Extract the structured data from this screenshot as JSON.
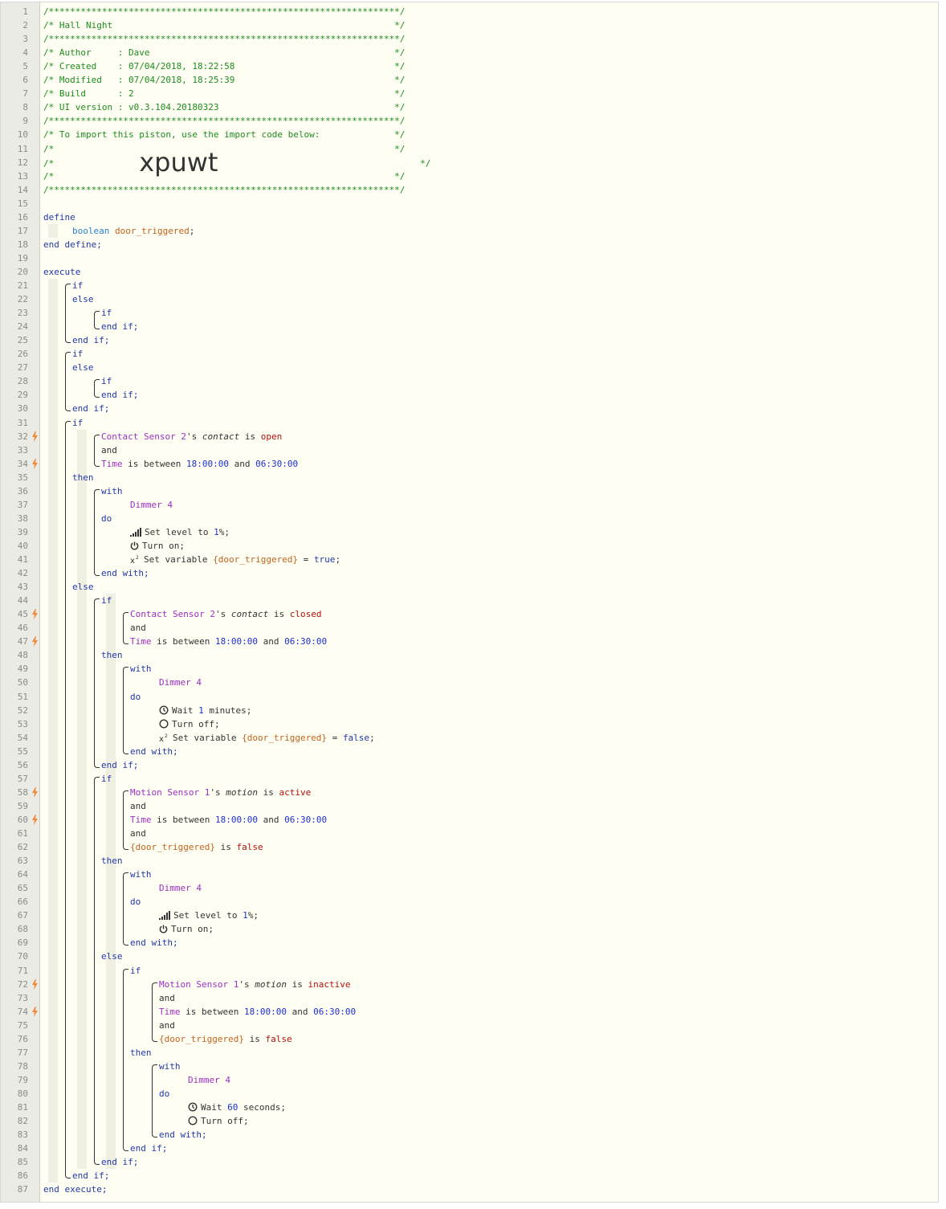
{
  "piston": {
    "name": "Hall Night",
    "author": "Dave",
    "created": "07/04/2018, 18:22:58",
    "modified": "07/04/2018, 18:25:39",
    "build": "2",
    "ui_version": "v0.3.104.20180323",
    "import_code": "xpuwt"
  },
  "colors": {
    "comment": "#1e8b1e",
    "keyword": "#2237a8",
    "device": "#9b2fc4",
    "variable": "#c2621e",
    "value": "#b01010",
    "number": "#1f2fd0",
    "trigger_bolt": "#f08a3c"
  },
  "trigger_lines": [
    32,
    34,
    45,
    47,
    58,
    60,
    72,
    74
  ],
  "lines": [
    {
      "n": 1,
      "i": 0,
      "t": [
        {
          "c": "comment",
          "s": "/******************************************************************/"
        }
      ]
    },
    {
      "n": 2,
      "i": 0,
      "t": [
        {
          "c": "comment",
          "s": "/* Hall Night                                                     */"
        }
      ]
    },
    {
      "n": 3,
      "i": 0,
      "t": [
        {
          "c": "comment",
          "s": "/******************************************************************/"
        }
      ]
    },
    {
      "n": 4,
      "i": 0,
      "t": [
        {
          "c": "comment",
          "s": "/* Author     : Dave                                              */"
        }
      ]
    },
    {
      "n": 5,
      "i": 0,
      "t": [
        {
          "c": "comment",
          "s": "/* Created    : 07/04/2018, 18:22:58                              */"
        }
      ]
    },
    {
      "n": 6,
      "i": 0,
      "t": [
        {
          "c": "comment",
          "s": "/* Modified   : 07/04/2018, 18:25:39                              */"
        }
      ]
    },
    {
      "n": 7,
      "i": 0,
      "t": [
        {
          "c": "comment",
          "s": "/* Build      : 2                                                 */"
        }
      ]
    },
    {
      "n": 8,
      "i": 0,
      "t": [
        {
          "c": "comment",
          "s": "/* UI version : v0.3.104.20180323                                 */"
        }
      ]
    },
    {
      "n": 9,
      "i": 0,
      "t": [
        {
          "c": "comment",
          "s": "/******************************************************************/"
        }
      ]
    },
    {
      "n": 10,
      "i": 0,
      "t": [
        {
          "c": "comment",
          "s": "/* To import this piston, use the import code below:              */"
        }
      ]
    },
    {
      "n": 11,
      "i": 0,
      "t": [
        {
          "c": "comment",
          "s": "/*                                                                */"
        }
      ]
    },
    {
      "n": 12,
      "i": 0,
      "t": [
        {
          "c": "comment",
          "s": "/*                "
        },
        {
          "c": "code",
          "s": "xpuwt"
        },
        {
          "c": "comment",
          "s": "                                      */"
        }
      ]
    },
    {
      "n": 13,
      "i": 0,
      "t": [
        {
          "c": "comment",
          "s": "/*                                                                */"
        }
      ]
    },
    {
      "n": 14,
      "i": 0,
      "t": [
        {
          "c": "comment",
          "s": "/******************************************************************/"
        }
      ]
    },
    {
      "n": 15,
      "i": 0,
      "t": []
    },
    {
      "n": 16,
      "i": 0,
      "t": [
        {
          "c": "kw",
          "s": "define"
        }
      ]
    },
    {
      "n": 17,
      "i": 1,
      "t": [
        {
          "c": "type",
          "s": "boolean "
        },
        {
          "c": "var",
          "s": "door_triggered"
        },
        {
          "c": "plain",
          "s": ";"
        }
      ]
    },
    {
      "n": 18,
      "i": 0,
      "t": [
        {
          "c": "kw",
          "s": "end define;"
        }
      ]
    },
    {
      "n": 19,
      "i": 0,
      "t": []
    },
    {
      "n": 20,
      "i": 0,
      "t": [
        {
          "c": "kw",
          "s": "execute"
        }
      ]
    },
    {
      "n": 21,
      "i": 1,
      "t": [
        {
          "c": "kw",
          "s": "if"
        }
      ]
    },
    {
      "n": 22,
      "i": 1,
      "t": [
        {
          "c": "kw",
          "s": "else"
        }
      ]
    },
    {
      "n": 23,
      "i": 2,
      "t": [
        {
          "c": "kw",
          "s": "if"
        }
      ]
    },
    {
      "n": 24,
      "i": 2,
      "t": [
        {
          "c": "kw",
          "s": "end if;"
        }
      ]
    },
    {
      "n": 25,
      "i": 1,
      "t": [
        {
          "c": "kw",
          "s": "end if;"
        }
      ]
    },
    {
      "n": 26,
      "i": 1,
      "t": [
        {
          "c": "kw",
          "s": "if"
        }
      ]
    },
    {
      "n": 27,
      "i": 1,
      "t": [
        {
          "c": "kw",
          "s": "else"
        }
      ]
    },
    {
      "n": 28,
      "i": 2,
      "t": [
        {
          "c": "kw",
          "s": "if"
        }
      ]
    },
    {
      "n": 29,
      "i": 2,
      "t": [
        {
          "c": "kw",
          "s": "end if;"
        }
      ]
    },
    {
      "n": 30,
      "i": 1,
      "t": [
        {
          "c": "kw",
          "s": "end if;"
        }
      ]
    },
    {
      "n": 31,
      "i": 1,
      "t": [
        {
          "c": "kw",
          "s": "if"
        }
      ]
    },
    {
      "n": 32,
      "i": 2,
      "t": [
        {
          "c": "dev",
          "s": "Contact Sensor 2"
        },
        {
          "c": "plain",
          "s": "'s "
        },
        {
          "c": "attr",
          "s": "contact"
        },
        {
          "c": "plain",
          "s": " is "
        },
        {
          "c": "val",
          "s": "open"
        }
      ]
    },
    {
      "n": 33,
      "i": 2,
      "t": [
        {
          "c": "plain",
          "s": "and"
        }
      ]
    },
    {
      "n": 34,
      "i": 2,
      "t": [
        {
          "c": "dev",
          "s": "Time"
        },
        {
          "c": "plain",
          "s": " is between "
        },
        {
          "c": "num",
          "s": "18:00:00"
        },
        {
          "c": "plain",
          "s": " and "
        },
        {
          "c": "num",
          "s": "06:30:00"
        }
      ]
    },
    {
      "n": 35,
      "i": 1,
      "t": [
        {
          "c": "kw",
          "s": "then"
        }
      ]
    },
    {
      "n": 36,
      "i": 2,
      "t": [
        {
          "c": "kw",
          "s": "with"
        }
      ]
    },
    {
      "n": 37,
      "i": 3,
      "t": [
        {
          "c": "dev",
          "s": "Dimmer 4"
        }
      ]
    },
    {
      "n": 38,
      "i": 2,
      "t": [
        {
          "c": "kw",
          "s": "do"
        }
      ]
    },
    {
      "n": 39,
      "i": 3,
      "icon": "signal-level-icon",
      "t": [
        {
          "c": "plain",
          "s": "Set level to "
        },
        {
          "c": "num",
          "s": "1"
        },
        {
          "c": "plain",
          "s": "%;"
        }
      ]
    },
    {
      "n": 40,
      "i": 3,
      "icon": "power-icon",
      "t": [
        {
          "c": "plain",
          "s": "Turn on;"
        }
      ]
    },
    {
      "n": 41,
      "i": 3,
      "icon": "variable-icon",
      "t": [
        {
          "c": "plain",
          "s": "Set variable "
        },
        {
          "c": "var",
          "s": "{door_triggered}"
        },
        {
          "c": "plain",
          "s": " = "
        },
        {
          "c": "kw",
          "s": "true"
        },
        {
          "c": "plain",
          "s": ";"
        }
      ]
    },
    {
      "n": 42,
      "i": 2,
      "t": [
        {
          "c": "kw",
          "s": "end with;"
        }
      ]
    },
    {
      "n": 43,
      "i": 1,
      "t": [
        {
          "c": "kw",
          "s": "else"
        }
      ]
    },
    {
      "n": 44,
      "i": 2,
      "t": [
        {
          "c": "kw",
          "s": "if"
        }
      ]
    },
    {
      "n": 45,
      "i": 3,
      "t": [
        {
          "c": "dev",
          "s": "Contact Sensor 2"
        },
        {
          "c": "plain",
          "s": "'s "
        },
        {
          "c": "attr",
          "s": "contact"
        },
        {
          "c": "plain",
          "s": " is "
        },
        {
          "c": "val",
          "s": "closed"
        }
      ]
    },
    {
      "n": 46,
      "i": 3,
      "t": [
        {
          "c": "plain",
          "s": "and"
        }
      ]
    },
    {
      "n": 47,
      "i": 3,
      "t": [
        {
          "c": "dev",
          "s": "Time"
        },
        {
          "c": "plain",
          "s": " is between "
        },
        {
          "c": "num",
          "s": "18:00:00"
        },
        {
          "c": "plain",
          "s": " and "
        },
        {
          "c": "num",
          "s": "06:30:00"
        }
      ]
    },
    {
      "n": 48,
      "i": 2,
      "t": [
        {
          "c": "kw",
          "s": "then"
        }
      ]
    },
    {
      "n": 49,
      "i": 3,
      "t": [
        {
          "c": "kw",
          "s": "with"
        }
      ]
    },
    {
      "n": 50,
      "i": 4,
      "t": [
        {
          "c": "dev",
          "s": "Dimmer 4"
        }
      ]
    },
    {
      "n": 51,
      "i": 3,
      "t": [
        {
          "c": "kw",
          "s": "do"
        }
      ]
    },
    {
      "n": 52,
      "i": 4,
      "icon": "clock-icon",
      "t": [
        {
          "c": "plain",
          "s": "Wait "
        },
        {
          "c": "num",
          "s": "1"
        },
        {
          "c": "plain",
          "s": " minutes;"
        }
      ]
    },
    {
      "n": 53,
      "i": 4,
      "icon": "power-off-icon",
      "t": [
        {
          "c": "plain",
          "s": "Turn off;"
        }
      ]
    },
    {
      "n": 54,
      "i": 4,
      "icon": "variable-icon",
      "t": [
        {
          "c": "plain",
          "s": "Set variable "
        },
        {
          "c": "var",
          "s": "{door_triggered}"
        },
        {
          "c": "plain",
          "s": " = "
        },
        {
          "c": "kw",
          "s": "false"
        },
        {
          "c": "plain",
          "s": ";"
        }
      ]
    },
    {
      "n": 55,
      "i": 3,
      "t": [
        {
          "c": "kw",
          "s": "end with;"
        }
      ]
    },
    {
      "n": 56,
      "i": 2,
      "t": [
        {
          "c": "kw",
          "s": "end if;"
        }
      ]
    },
    {
      "n": 57,
      "i": 2,
      "t": [
        {
          "c": "kw",
          "s": "if"
        }
      ]
    },
    {
      "n": 58,
      "i": 3,
      "t": [
        {
          "c": "dev",
          "s": "Motion Sensor 1"
        },
        {
          "c": "plain",
          "s": "'s "
        },
        {
          "c": "attr",
          "s": "motion"
        },
        {
          "c": "plain",
          "s": " is "
        },
        {
          "c": "val",
          "s": "active"
        }
      ]
    },
    {
      "n": 59,
      "i": 3,
      "t": [
        {
          "c": "plain",
          "s": "and"
        }
      ]
    },
    {
      "n": 60,
      "i": 3,
      "t": [
        {
          "c": "dev",
          "s": "Time"
        },
        {
          "c": "plain",
          "s": " is between "
        },
        {
          "c": "num",
          "s": "18:00:00"
        },
        {
          "c": "plain",
          "s": " and "
        },
        {
          "c": "num",
          "s": "06:30:00"
        }
      ]
    },
    {
      "n": 61,
      "i": 3,
      "t": [
        {
          "c": "plain",
          "s": "and"
        }
      ]
    },
    {
      "n": 62,
      "i": 3,
      "t": [
        {
          "c": "var",
          "s": "{door_triggered}"
        },
        {
          "c": "plain",
          "s": " is "
        },
        {
          "c": "val",
          "s": "false"
        }
      ]
    },
    {
      "n": 63,
      "i": 2,
      "t": [
        {
          "c": "kw",
          "s": "then"
        }
      ]
    },
    {
      "n": 64,
      "i": 3,
      "t": [
        {
          "c": "kw",
          "s": "with"
        }
      ]
    },
    {
      "n": 65,
      "i": 4,
      "t": [
        {
          "c": "dev",
          "s": "Dimmer 4"
        }
      ]
    },
    {
      "n": 66,
      "i": 3,
      "t": [
        {
          "c": "kw",
          "s": "do"
        }
      ]
    },
    {
      "n": 67,
      "i": 4,
      "icon": "signal-level-icon",
      "t": [
        {
          "c": "plain",
          "s": "Set level to "
        },
        {
          "c": "num",
          "s": "1"
        },
        {
          "c": "plain",
          "s": "%;"
        }
      ]
    },
    {
      "n": 68,
      "i": 4,
      "icon": "power-icon",
      "t": [
        {
          "c": "plain",
          "s": "Turn on;"
        }
      ]
    },
    {
      "n": 69,
      "i": 3,
      "t": [
        {
          "c": "kw",
          "s": "end with;"
        }
      ]
    },
    {
      "n": 70,
      "i": 2,
      "t": [
        {
          "c": "kw",
          "s": "else"
        }
      ]
    },
    {
      "n": 71,
      "i": 3,
      "t": [
        {
          "c": "kw",
          "s": "if"
        }
      ]
    },
    {
      "n": 72,
      "i": 4,
      "t": [
        {
          "c": "dev",
          "s": "Motion Sensor 1"
        },
        {
          "c": "plain",
          "s": "'s "
        },
        {
          "c": "attr",
          "s": "motion"
        },
        {
          "c": "plain",
          "s": " is "
        },
        {
          "c": "val",
          "s": "inactive"
        }
      ]
    },
    {
      "n": 73,
      "i": 4,
      "t": [
        {
          "c": "plain",
          "s": "and"
        }
      ]
    },
    {
      "n": 74,
      "i": 4,
      "t": [
        {
          "c": "dev",
          "s": "Time"
        },
        {
          "c": "plain",
          "s": " is between "
        },
        {
          "c": "num",
          "s": "18:00:00"
        },
        {
          "c": "plain",
          "s": " and "
        },
        {
          "c": "num",
          "s": "06:30:00"
        }
      ]
    },
    {
      "n": 75,
      "i": 4,
      "t": [
        {
          "c": "plain",
          "s": "and"
        }
      ]
    },
    {
      "n": 76,
      "i": 4,
      "t": [
        {
          "c": "var",
          "s": "{door_triggered}"
        },
        {
          "c": "plain",
          "s": " is "
        },
        {
          "c": "val",
          "s": "false"
        }
      ]
    },
    {
      "n": 77,
      "i": 3,
      "t": [
        {
          "c": "kw",
          "s": "then"
        }
      ]
    },
    {
      "n": 78,
      "i": 4,
      "t": [
        {
          "c": "kw",
          "s": "with"
        }
      ]
    },
    {
      "n": 79,
      "i": 5,
      "t": [
        {
          "c": "dev",
          "s": "Dimmer 4"
        }
      ]
    },
    {
      "n": 80,
      "i": 4,
      "t": [
        {
          "c": "kw",
          "s": "do"
        }
      ]
    },
    {
      "n": 81,
      "i": 5,
      "icon": "clock-icon",
      "t": [
        {
          "c": "plain",
          "s": "Wait "
        },
        {
          "c": "num",
          "s": "60"
        },
        {
          "c": "plain",
          "s": " seconds;"
        }
      ]
    },
    {
      "n": 82,
      "i": 5,
      "icon": "power-off-icon",
      "t": [
        {
          "c": "plain",
          "s": "Turn off;"
        }
      ]
    },
    {
      "n": 83,
      "i": 4,
      "t": [
        {
          "c": "kw",
          "s": "end with;"
        }
      ]
    },
    {
      "n": 84,
      "i": 3,
      "t": [
        {
          "c": "kw",
          "s": "end if;"
        }
      ]
    },
    {
      "n": 85,
      "i": 2,
      "t": [
        {
          "c": "kw",
          "s": "end if;"
        }
      ]
    },
    {
      "n": 86,
      "i": 1,
      "t": [
        {
          "c": "kw",
          "s": "end if;"
        }
      ]
    },
    {
      "n": 87,
      "i": 0,
      "t": [
        {
          "c": "kw",
          "s": "end execute;"
        }
      ]
    }
  ]
}
